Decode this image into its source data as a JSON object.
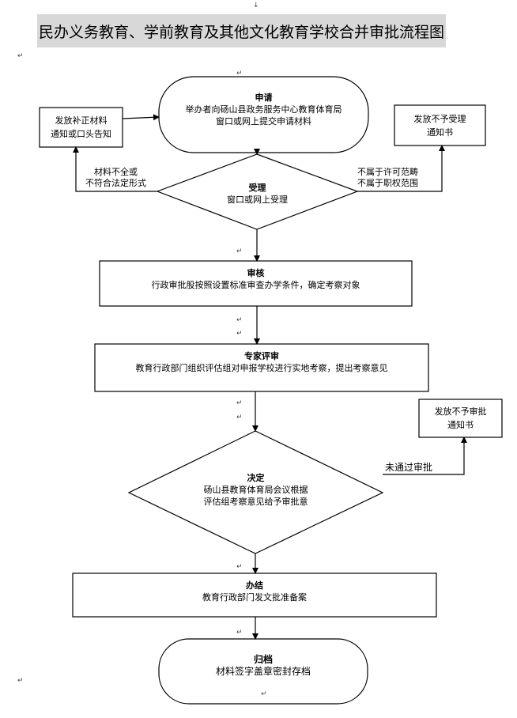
{
  "title": "民办义务教育、学前教育及其他文化教育学校合并审批流程图",
  "nodes": {
    "apply": {
      "title": "申请",
      "lines": [
        "举办者向砀山县政务服务中心教育体育局",
        "窗口或网上提交申请材料"
      ]
    },
    "accept": {
      "title": "受理",
      "lines": [
        "窗口或网上受理"
      ]
    },
    "review": {
      "title": "审核",
      "lines": [
        "行政审批股按照设置标准审查办学条件，确定考察对象"
      ]
    },
    "expert": {
      "title": "专家评审",
      "lines": [
        "教育行政部门组织评估组对申报学校进行实地考察，提出考察意见"
      ]
    },
    "decide": {
      "title": "决定",
      "lines": [
        "砀山县教育体育局会议根据",
        "评估组考察意见给予审批意"
      ]
    },
    "finish": {
      "title": "办结",
      "lines": [
        "教育行政部门发文批准备案"
      ]
    },
    "archive": {
      "title": "归档",
      "lines": [
        "材料签字盖章密封存档"
      ]
    }
  },
  "side_boxes": {
    "supplement": [
      "发放补正材料",
      "通知或口头告知"
    ],
    "reject_accept": [
      "发放不予受理",
      "通知书"
    ],
    "reject_approve": [
      "发放不予审批",
      "通知书"
    ]
  },
  "edge_labels": {
    "incomplete": [
      "材料不全或",
      "不符合法定形式"
    ],
    "out_of_scope": [
      "不属于许可范畴",
      "不属于职权范围"
    ],
    "not_passed": "未通过审批"
  },
  "marks": {
    "arrow": "↓",
    "return": "↵"
  }
}
